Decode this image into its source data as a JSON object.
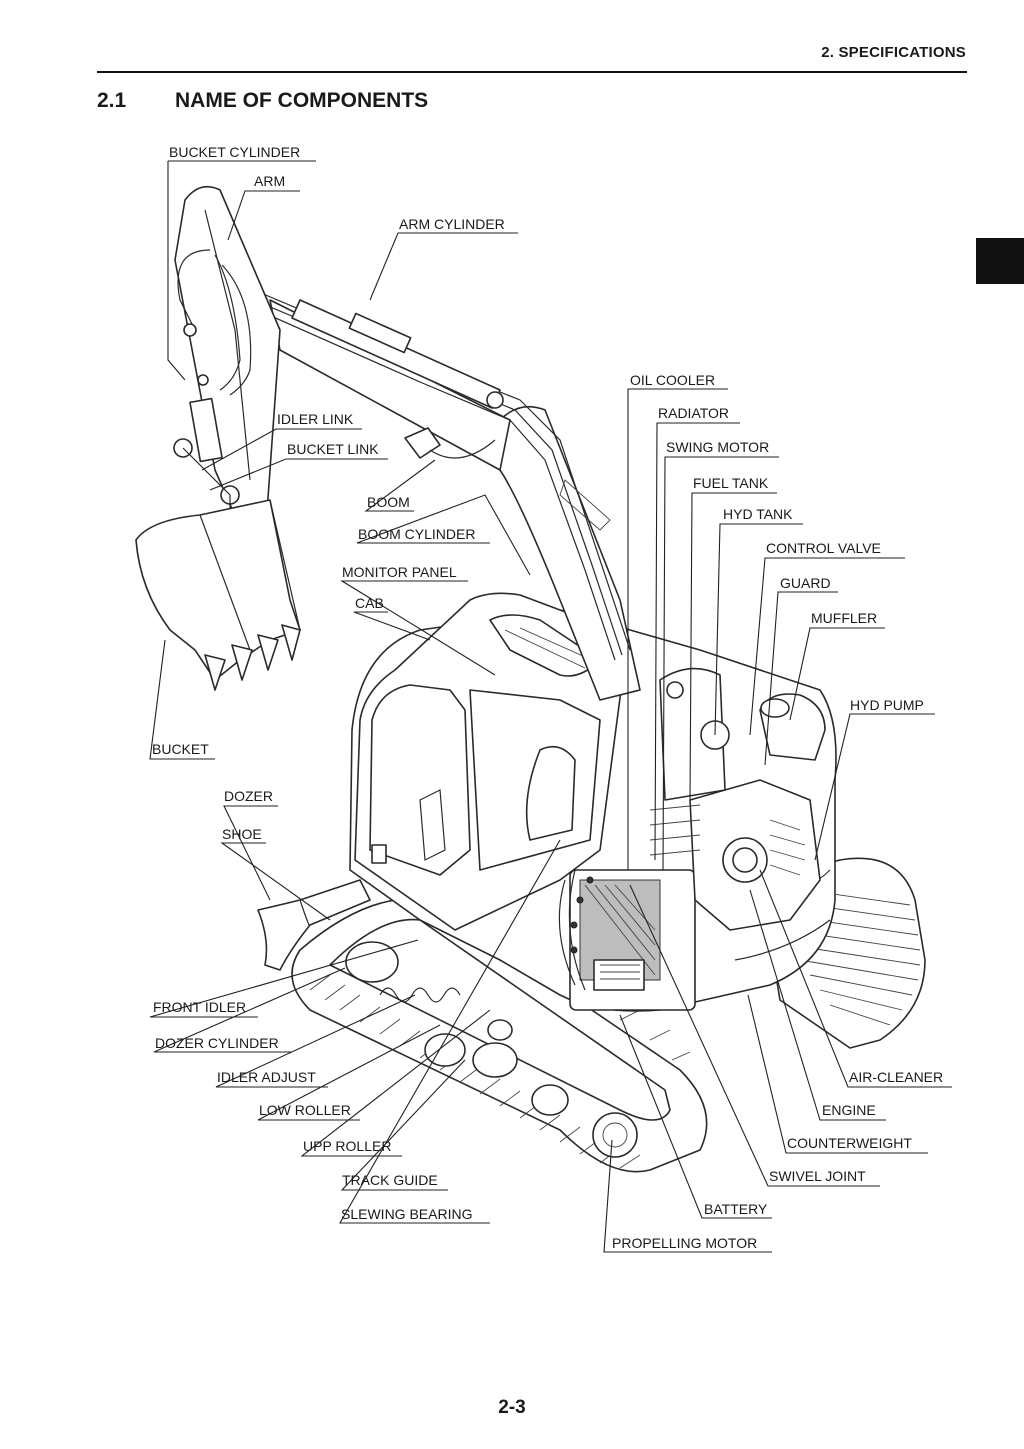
{
  "header": {
    "section": "2. SPECIFICATIONS"
  },
  "title": {
    "number": "2.1",
    "text": "NAME OF COMPONENTS"
  },
  "page_number": "2-3",
  "labels": {
    "bucket_cylinder": "BUCKET CYLINDER",
    "arm": "ARM",
    "arm_cylinder": "ARM CYLINDER",
    "idler_link": "IDLER LINK",
    "bucket_link": "BUCKET LINK",
    "boom": "BOOM",
    "boom_cylinder": "BOOM CYLINDER",
    "monitor_panel": "MONITOR PANEL",
    "cab": "CAB",
    "bucket": "BUCKET",
    "dozer": "DOZER",
    "shoe": "SHOE",
    "front_idler": "FRONT IDLER",
    "dozer_cylinder": "DOZER CYLINDER",
    "idler_adjust": "IDLER ADJUST",
    "low_roller": "LOW ROLLER",
    "upp_roller": "UPP ROLLER",
    "track_guide": "TRACK GUIDE",
    "slewing_bearing": "SLEWING BEARING",
    "oil_cooler": "OIL COOLER",
    "radiator": "RADIATOR",
    "swing_motor": "SWING MOTOR",
    "fuel_tank": "FUEL TANK",
    "hyd_tank": "HYD TANK",
    "control_valve": "CONTROL VALVE",
    "guard": "GUARD",
    "muffler": "MUFFLER",
    "hyd_pump": "HYD PUMP",
    "air_cleaner": "AIR-CLEANER",
    "engine": "ENGINE",
    "counterweight": "COUNTERWEIGHT",
    "swivel_joint": "SWIVEL JOINT",
    "battery": "BATTERY",
    "propelling_motor": "PROPELLING MOTOR"
  }
}
